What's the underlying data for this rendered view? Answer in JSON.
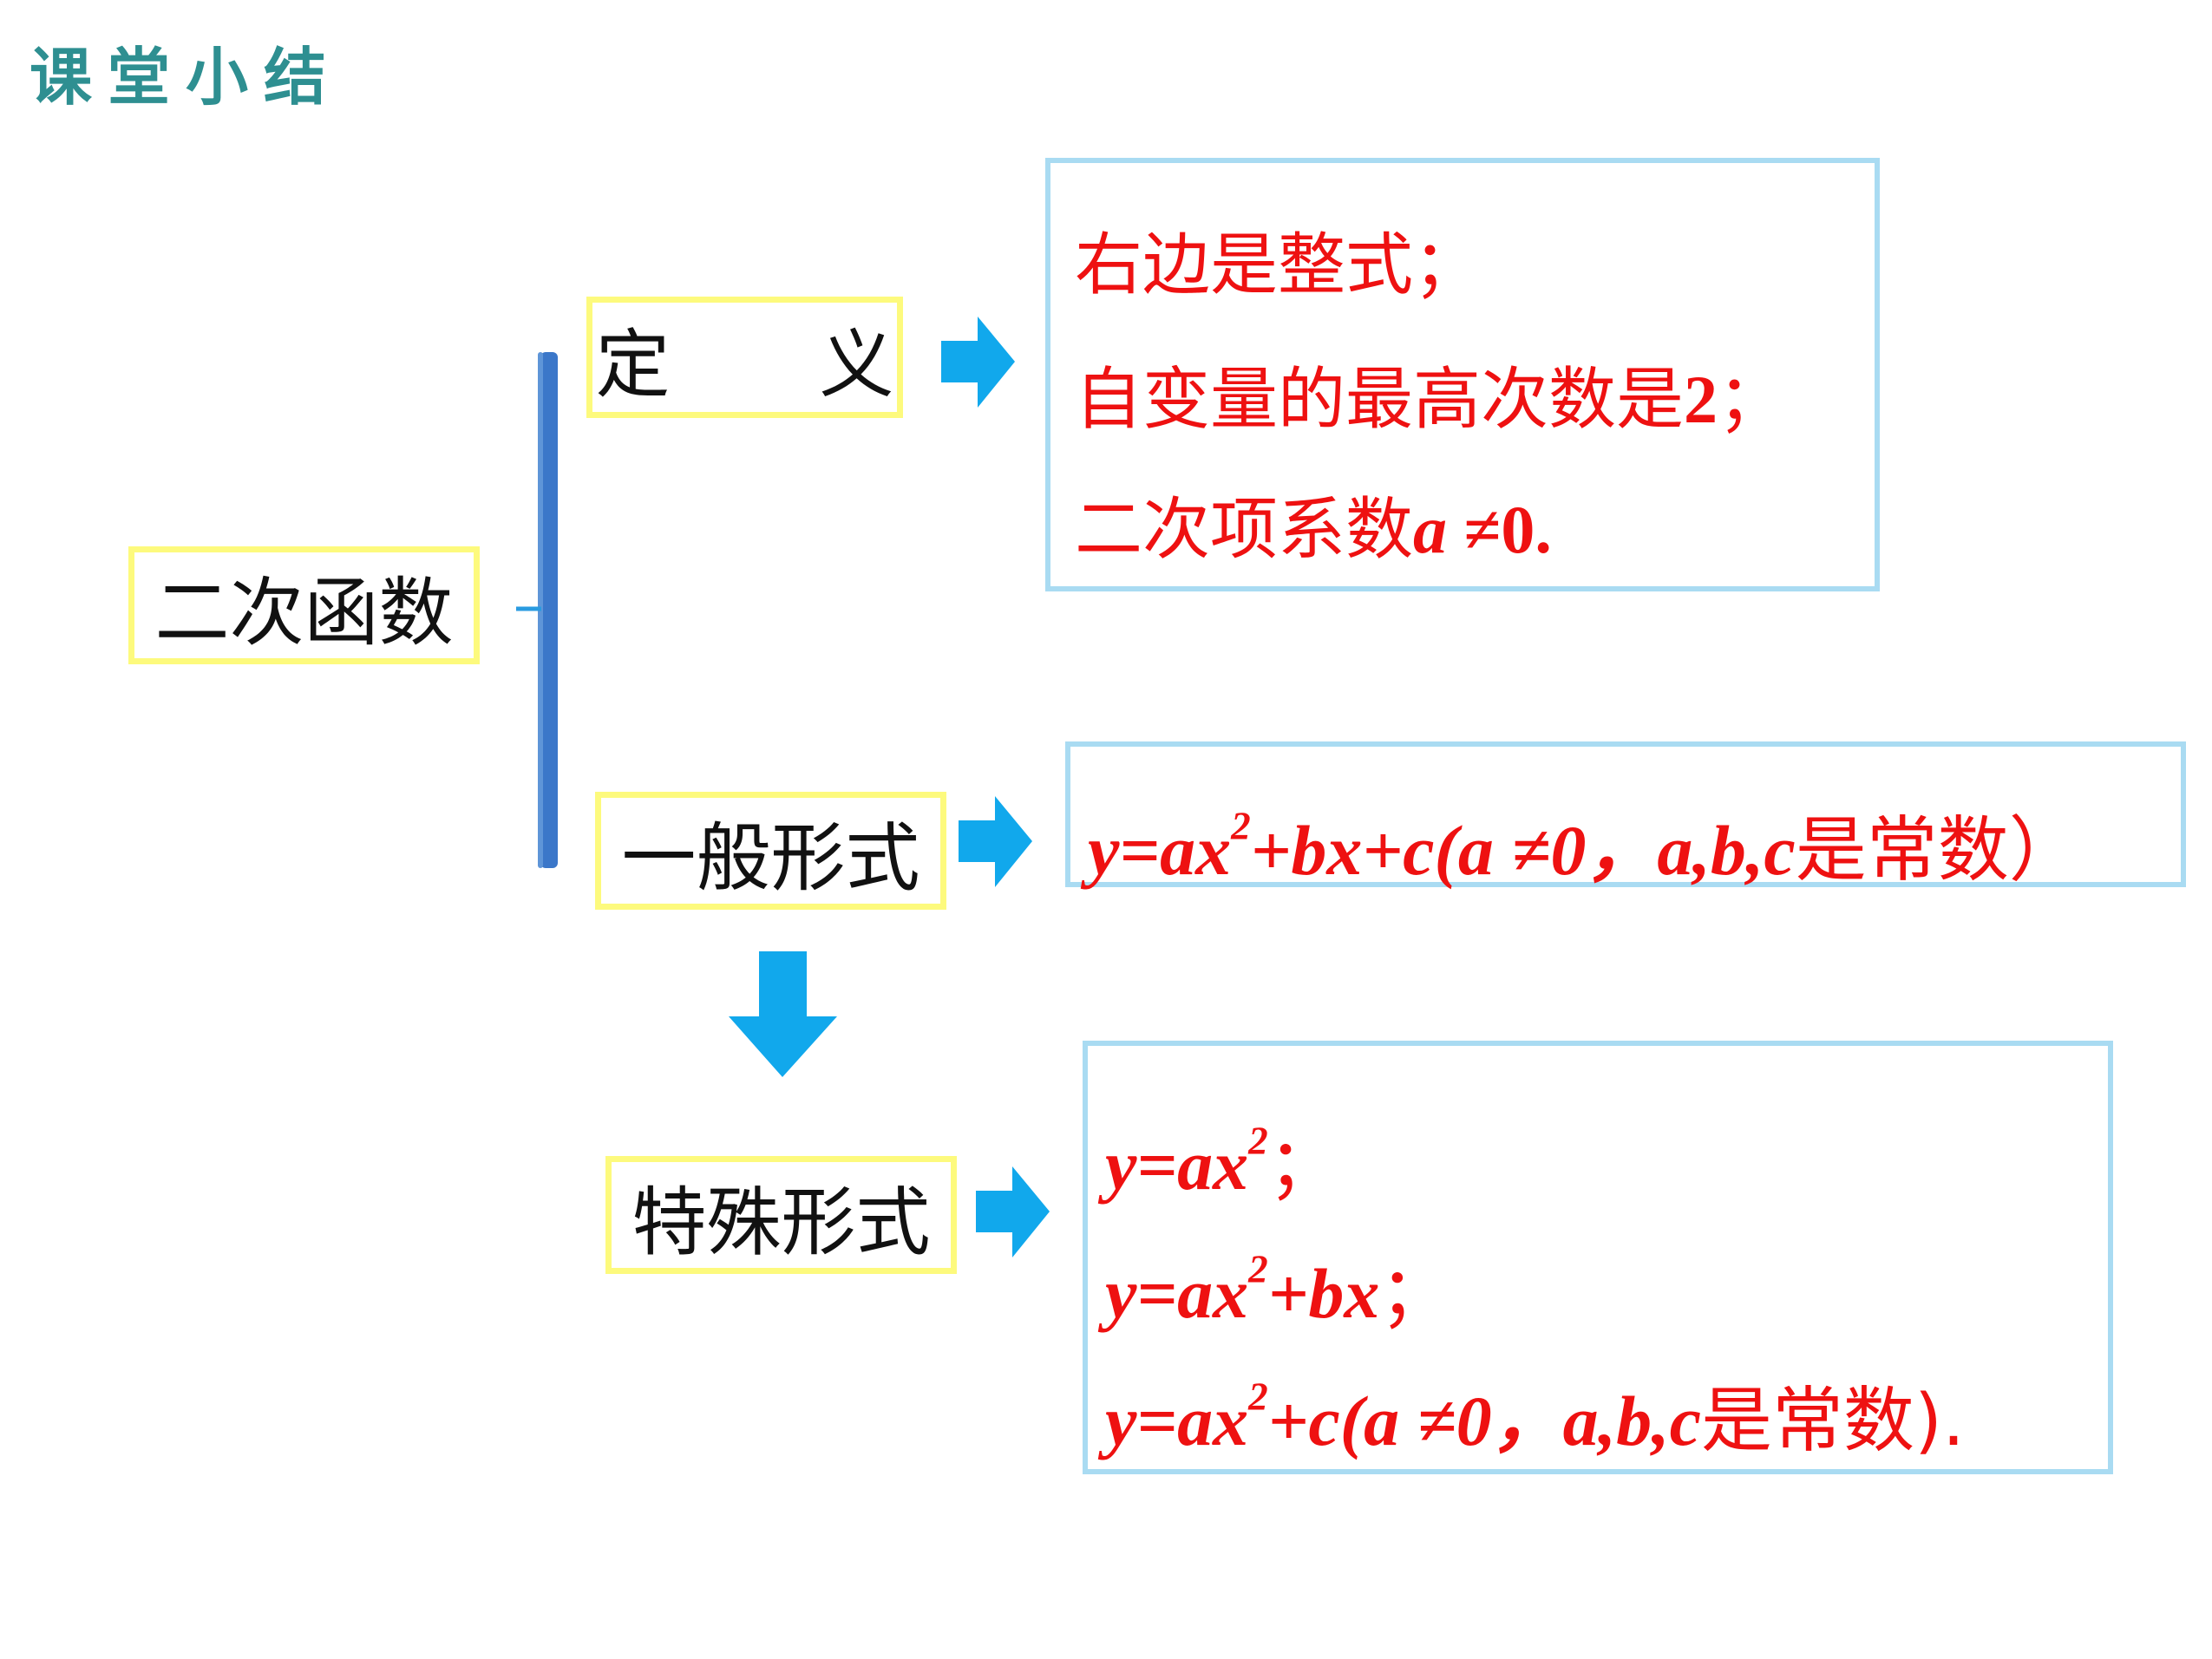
{
  "header": {
    "title": "课堂小结"
  },
  "root": {
    "label": "二次函数"
  },
  "branches": {
    "definition": {
      "label": "定　　义"
    },
    "general_form": {
      "label": "一般形式"
    },
    "special_form": {
      "label": "特殊形式"
    }
  },
  "definition_box": {
    "line1": "右边是整式；",
    "line2_text": "自变量的最高次数是",
    "line2_num": "2",
    "line2_end": "；",
    "line3_text": "二次项系数",
    "line3_var": "a",
    "line3_rel": " ≠0."
  },
  "general_box": {
    "f1": "y=ax",
    "f1_sup": "2",
    "f2": "+bx+c(a ≠0，a,b,c",
    "f3": "是常数）"
  },
  "special_box": {
    "l1_a": "y=ax",
    "l1_sup": "2",
    "l1_end": "；",
    "l2_a": "y=ax",
    "l2_sup": "2",
    "l2_b": "+bx",
    "l2_end": "；",
    "l3_a": "y=ax",
    "l3_sup": "2",
    "l3_b": "+c(a ≠0，a,b,c",
    "l3_c": "是常数).",
    "l3_dot": ""
  },
  "colors": {
    "title": "#2e8f91",
    "yellow_border": "#fdfa7d",
    "blue_border": "#a9dbf2",
    "arrow": "#11a8ec",
    "bracket": "#3b77c9",
    "text_red": "#ee1111"
  },
  "icons": {
    "arrow": "arrow-right-icon",
    "down": "arrow-down-icon",
    "bracket": "brace-icon"
  }
}
